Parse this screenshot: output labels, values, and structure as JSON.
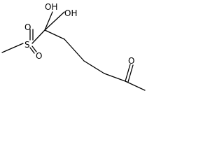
{
  "molecule": {
    "atoms": {
      "oh_top_left": "OH",
      "oh_top_right": "OH",
      "sulfur": "S",
      "sulfonyl_o_upper": "O",
      "sulfonyl_o_lower": "O",
      "ketone_o": "O"
    },
    "bond_color": "#000000",
    "background": "#ffffff"
  }
}
